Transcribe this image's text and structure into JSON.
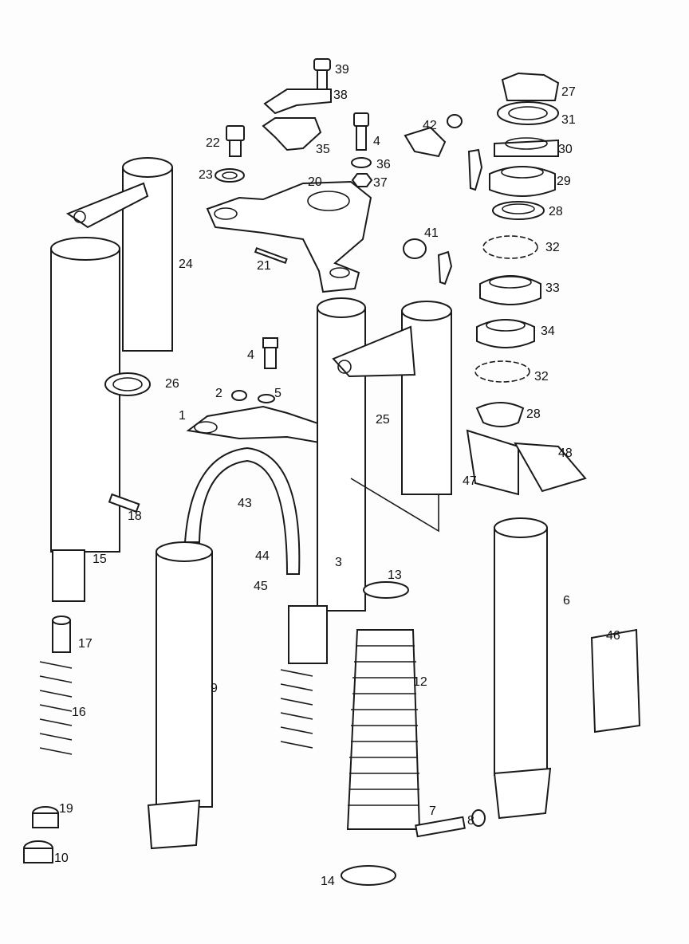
{
  "title": "Front fork exploded parts diagram",
  "labels": [
    "39",
    "38",
    "35",
    "22",
    "23",
    "4",
    "36",
    "37",
    "42",
    "27",
    "31",
    "30",
    "29",
    "28",
    "32",
    "33",
    "34",
    "32",
    "28",
    "20",
    "21",
    "24",
    "41",
    "26",
    "4",
    "2",
    "5",
    "1",
    "25",
    "48",
    "47",
    "43",
    "18",
    "15",
    "44",
    "45",
    "3",
    "13",
    "6",
    "17",
    "12",
    "46",
    "9",
    "16",
    "19",
    "10",
    "7",
    "8",
    "14"
  ]
}
